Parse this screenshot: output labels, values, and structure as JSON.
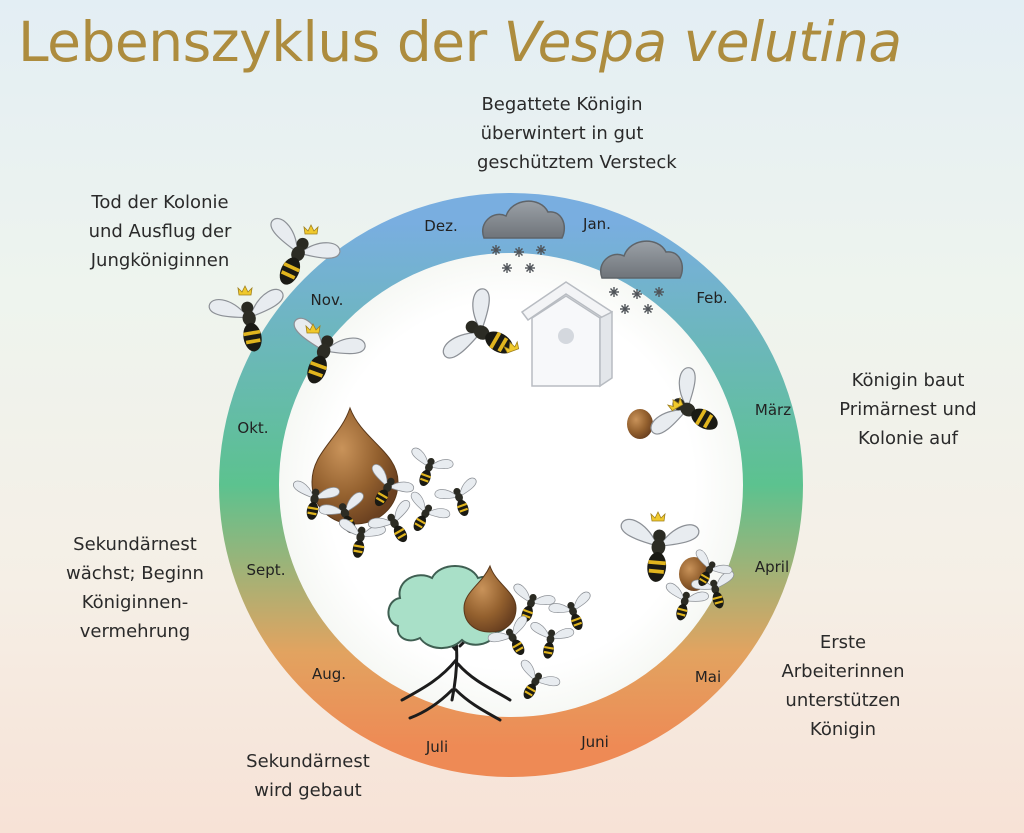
{
  "title": {
    "main": "Lebenszyklus der",
    "species": "Vespa velutina"
  },
  "notes": {
    "winter": [
      "Begattete Königin",
      "überwintert in gut",
      "geschütztem Versteck"
    ],
    "autumn": [
      "Tod der Kolonie",
      "und Ausflug der",
      "Jungköniginnen"
    ],
    "spring": [
      "Königin baut",
      "Primärnest und",
      "Kolonie auf"
    ],
    "september": [
      "Sekundärnest",
      "wächst; Beginn",
      "Königinnen-",
      "vermehrung"
    ],
    "may": [
      "Erste",
      "Arbeiterinnen",
      "unterstützen",
      "Königin"
    ],
    "july": [
      "Sekundärnest",
      "wird gebaut"
    ]
  },
  "months": {
    "dec": "Dez.",
    "jan": "Jan.",
    "feb": "Feb.",
    "mar": "März",
    "apr": "April",
    "may": "Mai",
    "jun": "Juni",
    "jul": "Juli",
    "aug": "Aug.",
    "sep": "Sept.",
    "oct": "Okt.",
    "nov": "Nov."
  },
  "colors": {
    "title": "#ad8c3e",
    "ring_winter": "#79aee0",
    "ring_spring": "#5cc28f",
    "ring_summer": "#ee8a55",
    "nest": "#8a5a2b",
    "cloud": "#8c9096",
    "tree": "#a9e0c8",
    "hornet_body": "#1a1a14",
    "hornet_stripe": "#e1b51e"
  },
  "icons": [
    "hornet-icon",
    "queen-crown-icon",
    "cloud-icon",
    "snowflake-icon",
    "nest-box-icon",
    "nest-icon",
    "tree-icon"
  ]
}
